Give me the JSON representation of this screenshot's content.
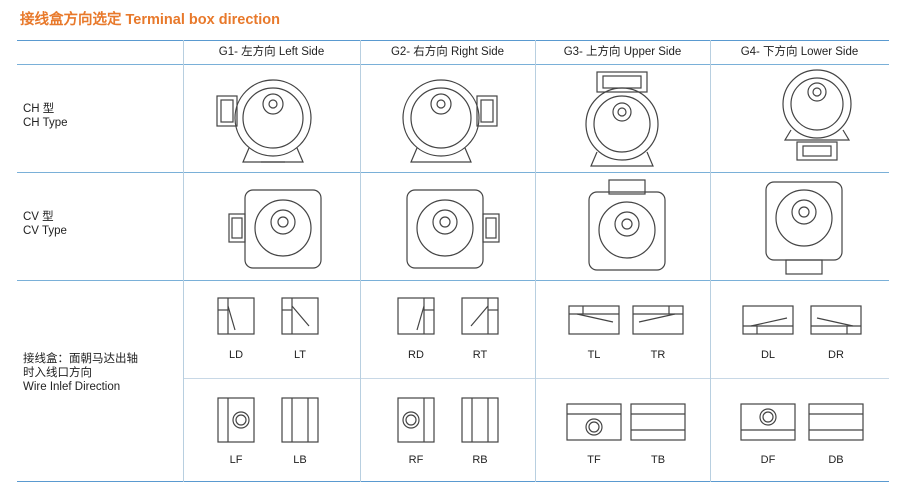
{
  "title": "接线盒方向选定 Terminal box direction",
  "columns": [
    "G1- 左方向 Left Side",
    "G2- 右方向 Right Side",
    "G3- 上方向 Upper Side",
    "G4- 下方向 Lower Side"
  ],
  "rows": {
    "ch": [
      "CH 型",
      "CH Type"
    ],
    "cv": [
      "CV 型",
      "CV Type"
    ],
    "wire": [
      "接线盒：面朝马达出轴",
      "时入线口方向",
      "Wire Inlef Direction"
    ]
  },
  "codes_upper": [
    "LD",
    "LT",
    "RD",
    "RT",
    "TL",
    "TR",
    "DL",
    "DR"
  ],
  "codes_lower": [
    "LF",
    "LB",
    "RF",
    "RB",
    "TF",
    "TB",
    "DF",
    "DB"
  ],
  "colors": {
    "title": "#e8792b",
    "line": "#7ab0d8",
    "stroke": "#444444"
  }
}
